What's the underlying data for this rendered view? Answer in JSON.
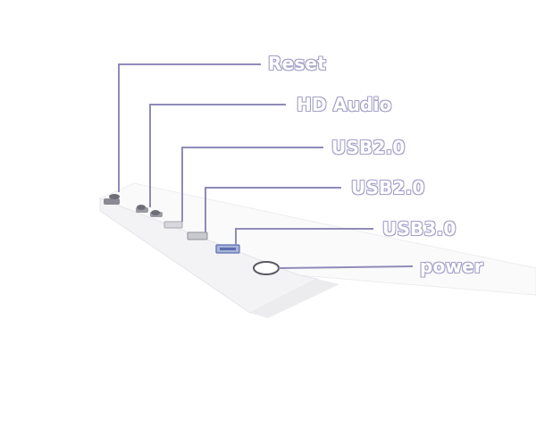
{
  "colors": {
    "callout_line": "#8f8bb8",
    "callout_text_outline": "#a5a1c9",
    "device_body": "#f4f4f6",
    "port_dark": "#6d6d75",
    "usb3_accent": "#5b6fb0"
  },
  "callouts": [
    {
      "id": "reset",
      "label": "Reset"
    },
    {
      "id": "hd-audio",
      "label": "HD Audio"
    },
    {
      "id": "usb20-a",
      "label": "USB2.0"
    },
    {
      "id": "usb20-b",
      "label": "USB2.0"
    },
    {
      "id": "usb30",
      "label": "USB3.0"
    },
    {
      "id": "power",
      "label": "power"
    }
  ]
}
